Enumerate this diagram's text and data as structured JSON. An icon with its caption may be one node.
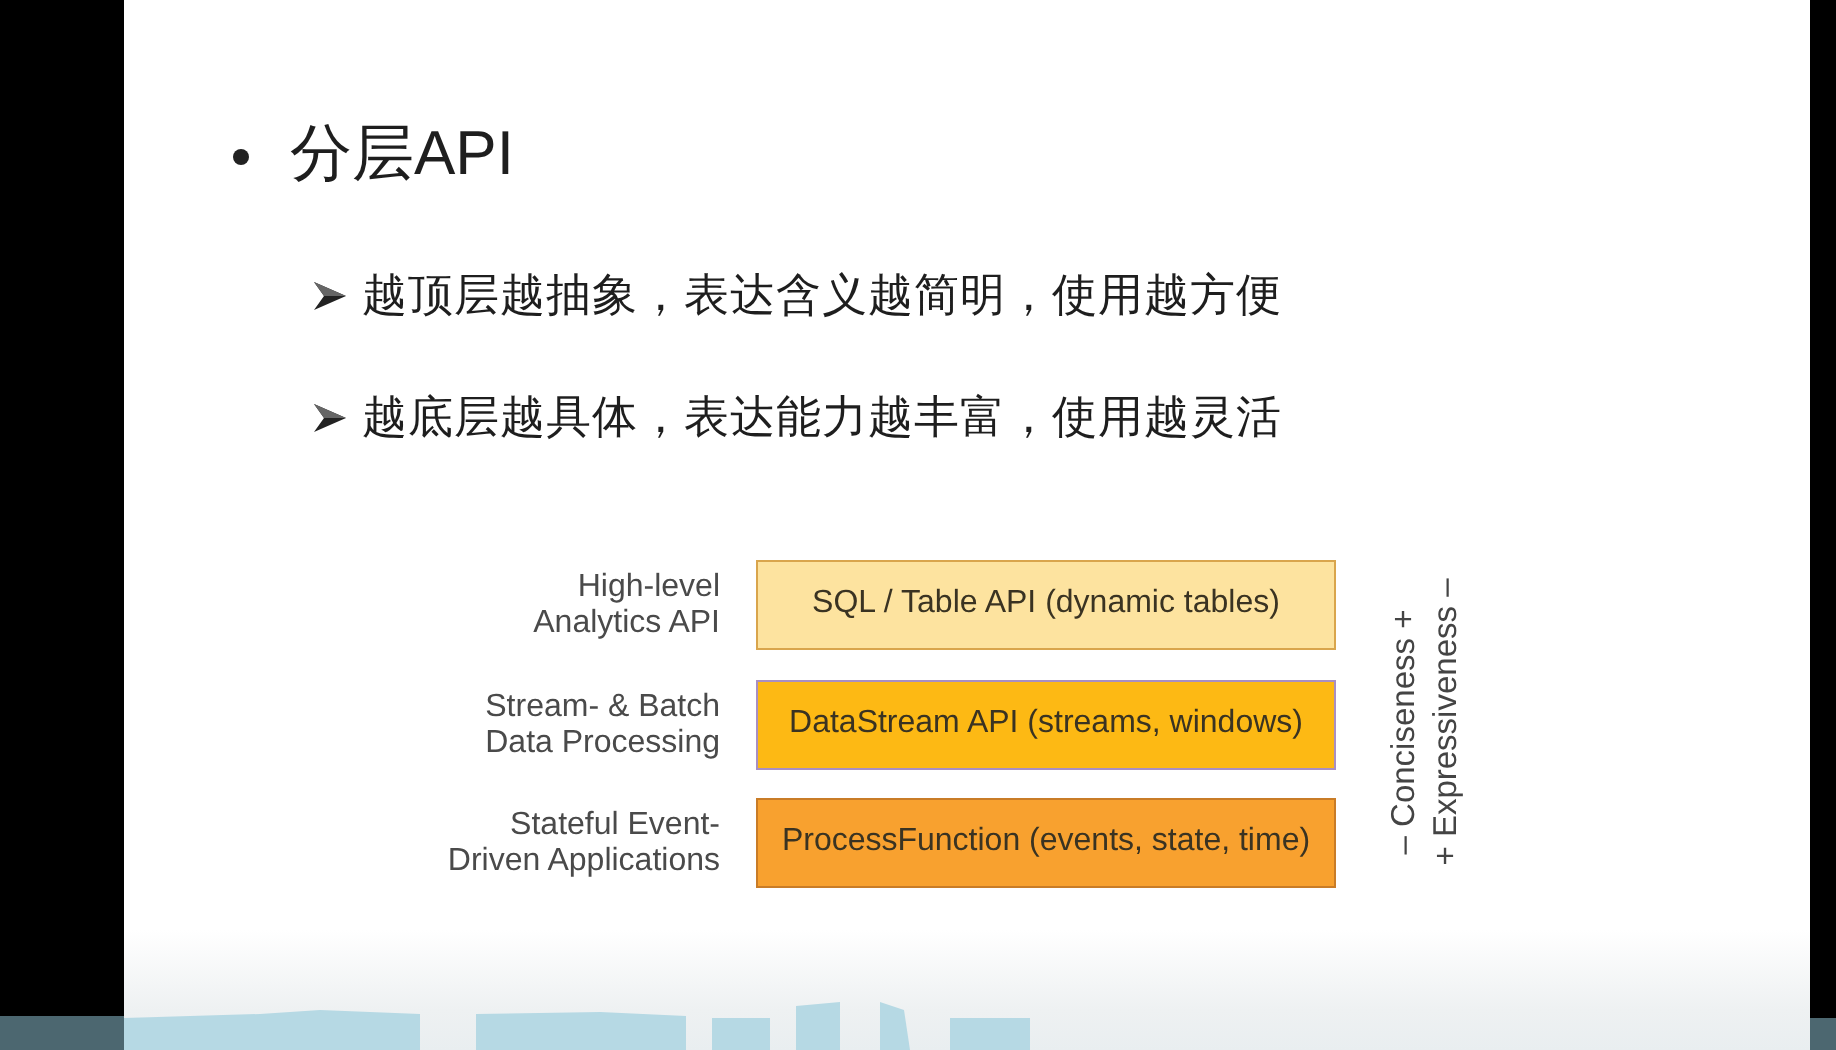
{
  "diagram": {
    "title": "分层API",
    "nodes": [
      {
        "text": [
          "SQL / Table API (dynamic tables)"
        ],
        "beside": [
          "High-level Analytics API"
        ]
      },
      {
        "text": [
          "DataStream API (streams, windows)"
        ],
        "beside": [
          "Stream- & Batch Data Processing"
        ]
      },
      {
        "text": [
          "ProcessFunction (events, state, time)"
        ],
        "beside": [
          "Stateful Event-Driven Applications"
        ]
      }
    ],
    "labels": [
      "越顶层越抽象，表达含义越简明，使用越方便",
      "越底层越具体，表达能力越丰富，使用越灵活",
      "– Conciseness +",
      "+ Expressiveness –"
    ]
  }
}
